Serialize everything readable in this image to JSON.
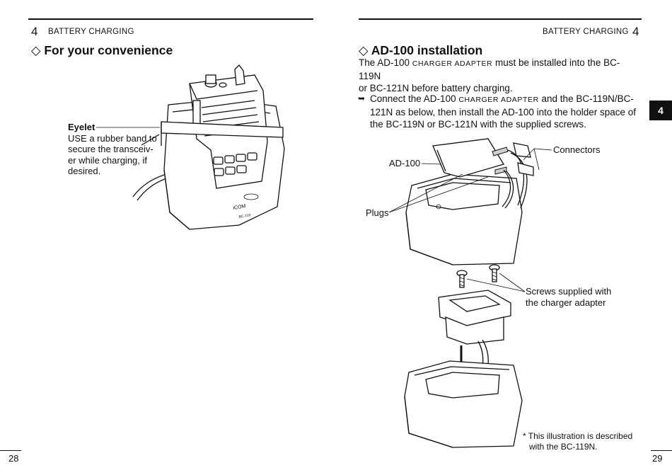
{
  "left_page": {
    "chapter_number": "4",
    "chapter_title": "BATTERY CHARGING",
    "heading_marker": "◇",
    "heading": "For your convenience",
    "eyelet_title": "Eyelet",
    "eyelet_lines": [
      "USE a rubber band to",
      "secure the transceiv-",
      "er while charging, if",
      "desired."
    ],
    "charger_brand": "iCOM",
    "charger_model": "BC-119",
    "page_number": "28"
  },
  "right_page": {
    "chapter_title": "BATTERY CHARGING",
    "chapter_number": "4",
    "heading_marker": "◇",
    "heading": "AD-100 installation",
    "intro": {
      "line1_before": "The AD-100 ",
      "line1_smallcaps": "charger adapter",
      "line1_after": " must be installed into the BC-119N",
      "line2": "or BC-121N before battery charging."
    },
    "step": {
      "bullet": "➥",
      "line1_before": "Connect the AD-100 ",
      "line1_smallcaps": "charger adapter",
      "line1_after": " and the BC-119N/BC-",
      "line2": "121N as below, then install the AD-100 into the holder space of",
      "line3": "the BC-119N or BC-121N with the supplied screws."
    },
    "callouts": {
      "connectors": "Connectors",
      "ad100": "AD-100",
      "plugs": "Plugs",
      "screws_line1": "Screws supplied with",
      "screws_line2": "the charger adapter"
    },
    "note_line1": "* This illustration is described",
    "note_line2": "with the BC-119N.",
    "side_tab": "4",
    "page_number": "29"
  }
}
